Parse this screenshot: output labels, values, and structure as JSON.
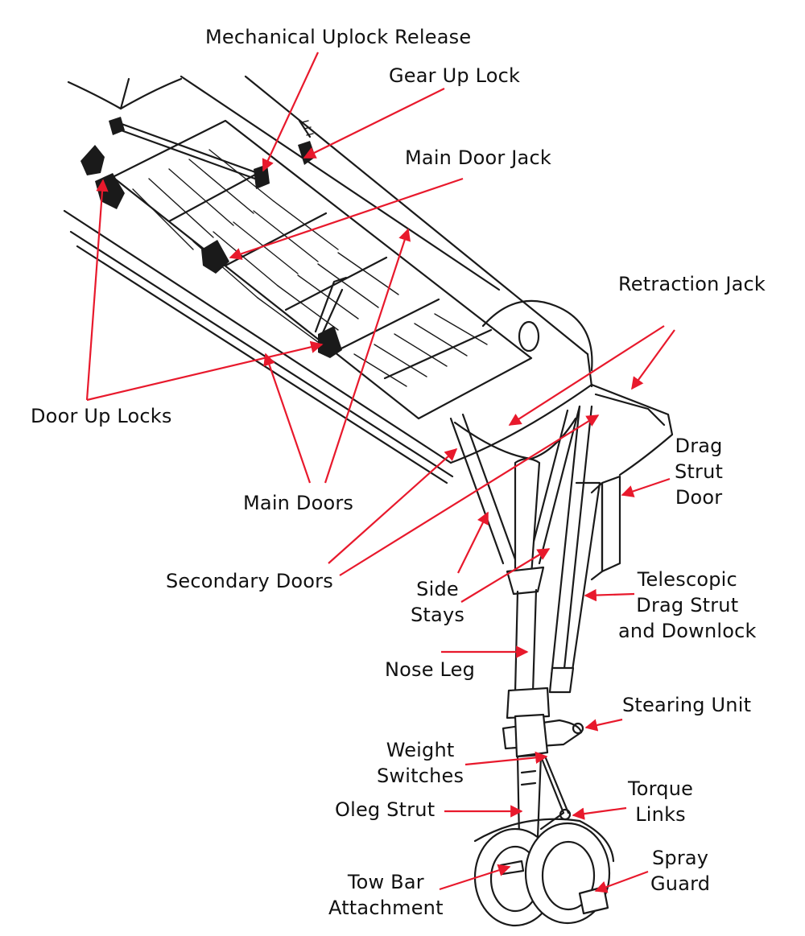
{
  "labels": {
    "mechanical_uplock_release": "Mechanical Uplock Release",
    "gear_up_lock": "Gear Up Lock",
    "main_door_jack": "Main Door Jack",
    "retraction_jack": "Retraction Jack",
    "door_up_locks": "Door Up Locks",
    "main_doors": "Main Doors",
    "drag_strut_door": [
      "Drag",
      "Strut",
      "Door"
    ],
    "secondary_doors": "Secondary Doors",
    "side_stays": [
      "Side",
      "Stays"
    ],
    "telescopic_drag_strut": [
      "Telescopic",
      "Drag Strut",
      "and Downlock"
    ],
    "nose_leg": "Nose Leg",
    "stearing_unit": "Stearing Unit",
    "weight_switches": [
      "Weight",
      "Switches"
    ],
    "torque_links": [
      "Torque",
      "Links"
    ],
    "oleg_strut": "Oleg Strut",
    "spray_guard": [
      "Spray",
      "Guard"
    ],
    "tow_bar_attachment": [
      "Tow Bar",
      "Attachment"
    ]
  },
  "colors": {
    "leader": "#e8192c",
    "ink": "#1a1a1a",
    "background": "#ffffff"
  }
}
